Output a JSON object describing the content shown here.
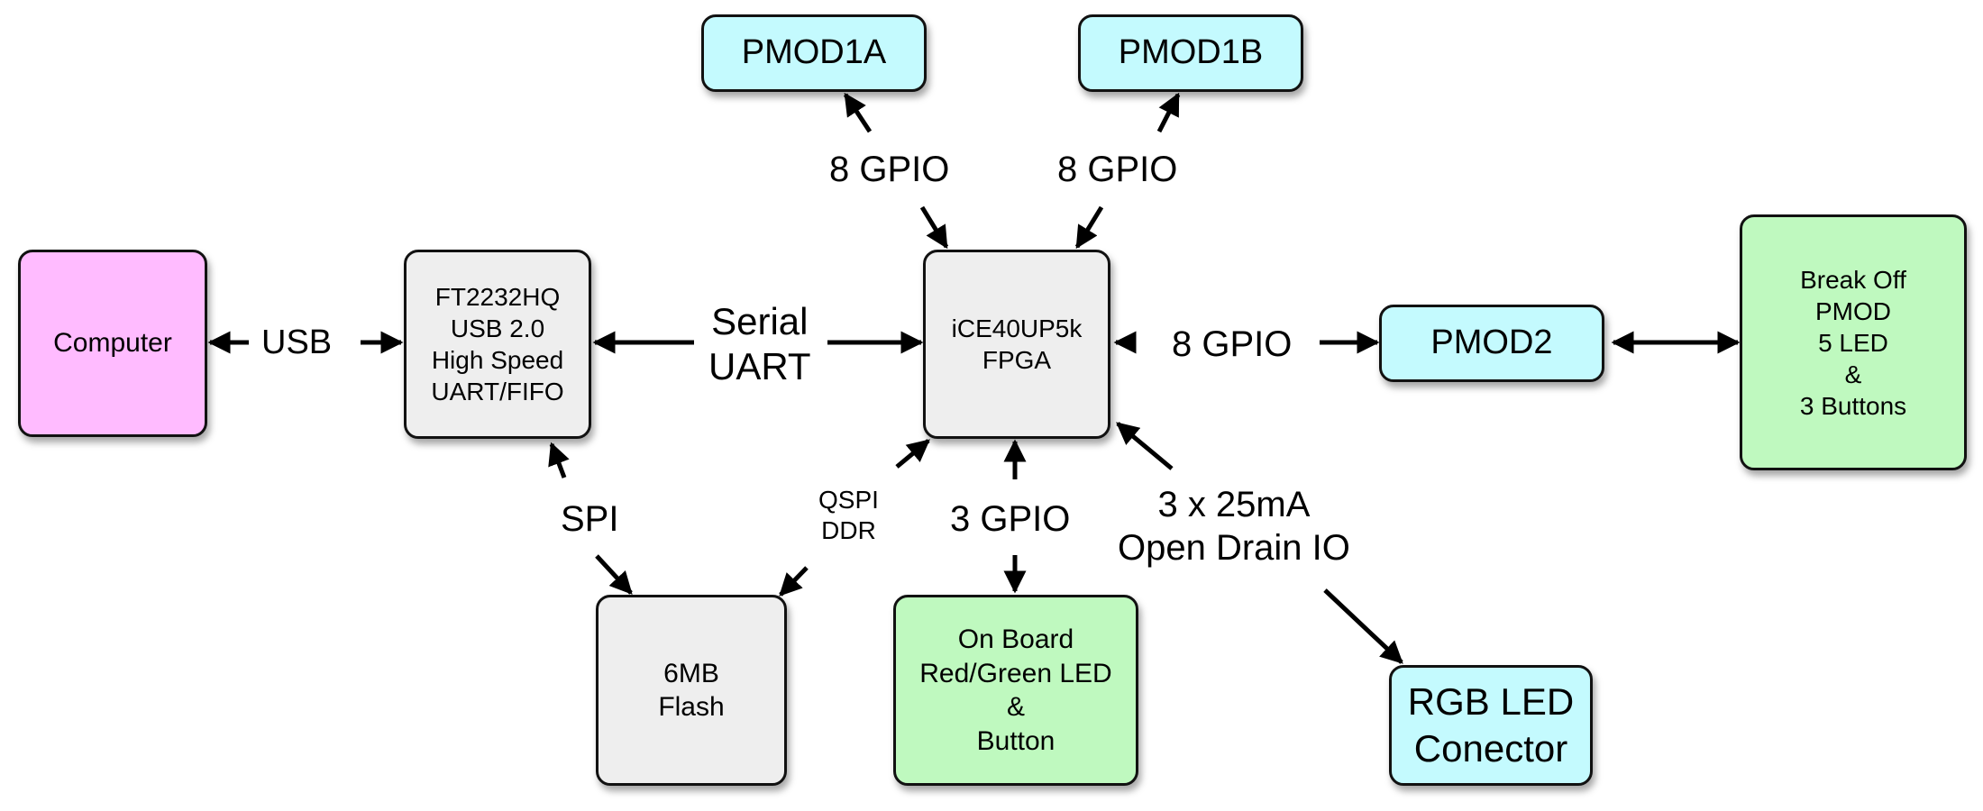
{
  "blocks": {
    "computer": {
      "lines": [
        "Computer"
      ],
      "color": "#ffbbff"
    },
    "ftdi": {
      "lines": [
        "FT2232HQ",
        "USB 2.0",
        "High Speed",
        "UART/FIFO"
      ],
      "color": "#eeeeee"
    },
    "fpga": {
      "lines": [
        "iCE40UP5k",
        "FPGA"
      ],
      "color": "#eeeeee"
    },
    "pmod1a": {
      "lines": [
        "PMOD1A"
      ],
      "color": "#c4fafe"
    },
    "pmod1b": {
      "lines": [
        "PMOD1B"
      ],
      "color": "#c4fafe"
    },
    "pmod2": {
      "lines": [
        "PMOD2"
      ],
      "color": "#c4fafe"
    },
    "breakoff": {
      "lines": [
        "Break Off",
        "PMOD",
        "5 LED",
        "&",
        "3 Buttons"
      ],
      "color": "#bff9bf"
    },
    "flash": {
      "lines": [
        "6MB",
        "Flash"
      ],
      "color": "#eeeeee"
    },
    "onboard": {
      "lines": [
        "On Board",
        "Red/Green LED",
        "&",
        "Button"
      ],
      "color": "#bff9bf"
    },
    "rgb": {
      "lines": [
        "RGB LED",
        "Conector"
      ],
      "color": "#c4fafe"
    }
  },
  "links": {
    "usb": {
      "lines": [
        "USB"
      ]
    },
    "uart": {
      "lines": [
        "Serial",
        "UART"
      ]
    },
    "gpio_pmod1a": {
      "lines": [
        "8 GPIO"
      ]
    },
    "gpio_pmod1b": {
      "lines": [
        "8 GPIO"
      ]
    },
    "gpio_pmod2": {
      "lines": [
        "8 GPIO"
      ]
    },
    "spi": {
      "lines": [
        "SPI"
      ]
    },
    "qspi": {
      "lines": [
        "QSPI",
        "DDR"
      ]
    },
    "gpio_onboard": {
      "lines": [
        "3 GPIO"
      ]
    },
    "open_drain": {
      "lines": [
        "3 x 25mA",
        "Open Drain IO"
      ]
    }
  }
}
